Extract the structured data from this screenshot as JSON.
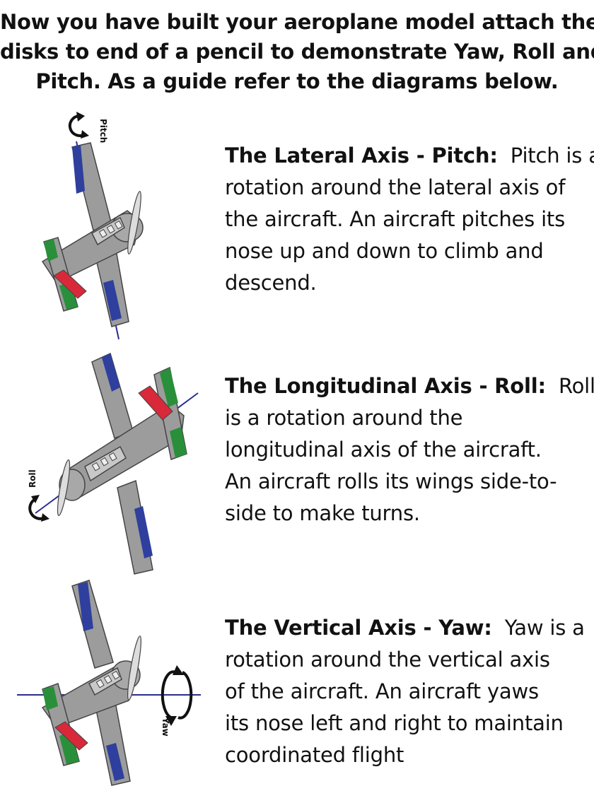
{
  "heading": {
    "line1": "Now you have built your aeroplane model attach the",
    "line2": "disks to end of a pencil to demonstrate Yaw, Roll and",
    "line3": "Pitch.  As a guide refer to the diagrams below."
  },
  "sections": [
    {
      "term": "The Lateral Axis - Pitch:",
      "lines": [
        "Pitch is a",
        "rotation around the lateral axis of",
        "the aircraft.  An aircraft pitches its",
        "nose up and down to climb and",
        "descend."
      ],
      "axis_label": "Pitch"
    },
    {
      "term": "The Longitudinal Axis - Roll:",
      "lines": [
        "Roll",
        "is a rotation around the",
        "longitudinal axis of the aircraft.",
        "An aircraft rolls its wings side-to-",
        "side to make turns."
      ],
      "axis_label": "Roll"
    },
    {
      "term": "The Vertical Axis - Yaw:",
      "lines": [
        "Yaw is a",
        "rotation around the vertical axis",
        "of the aircraft.  An aircraft yaws",
        "its nose left and right to maintain",
        "coordinated flight"
      ],
      "axis_label": "Yaw"
    }
  ],
  "colors": {
    "wing_tip": "#2e3f9e",
    "elevator": "#2a8f3a",
    "rudder": "#d8283a",
    "fuselage": "#9c9c9c",
    "axis_line": "#2a2d8f"
  }
}
